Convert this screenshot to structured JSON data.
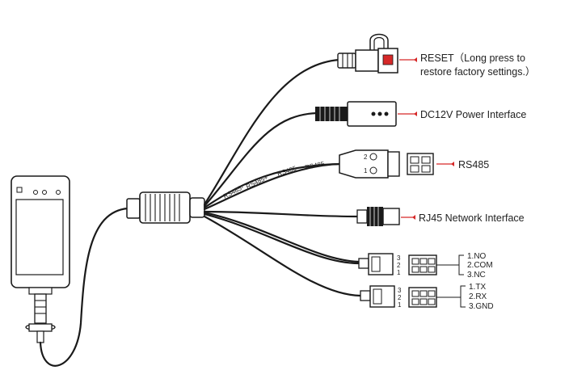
{
  "labels": {
    "reset_line1": "RESET（Long press to",
    "reset_line2": "restore factory settings.）",
    "power": "DC12V Power Interface",
    "rs485": "RS485",
    "rj45": "RJ45 Network Interface"
  },
  "relay_pins": [
    "1.NO",
    "2.COM",
    "3.NC"
  ],
  "serial_pins": [
    "1.TX",
    "2.RX",
    "3.GND"
  ],
  "pin_numbers": {
    "rs485": [
      "2",
      "1"
    ],
    "relay": [
      "3",
      "2",
      "1"
    ],
    "serial": [
      "3",
      "2",
      "1"
    ]
  },
  "cable_text": {
    "rs485_a": "RS485-",
    "rs485_b": "RS485+",
    "wire_1": "RS485",
    "wire_2": "RS485"
  },
  "colors": {
    "arrow": "#d62828",
    "line": "#1a1a1a"
  }
}
